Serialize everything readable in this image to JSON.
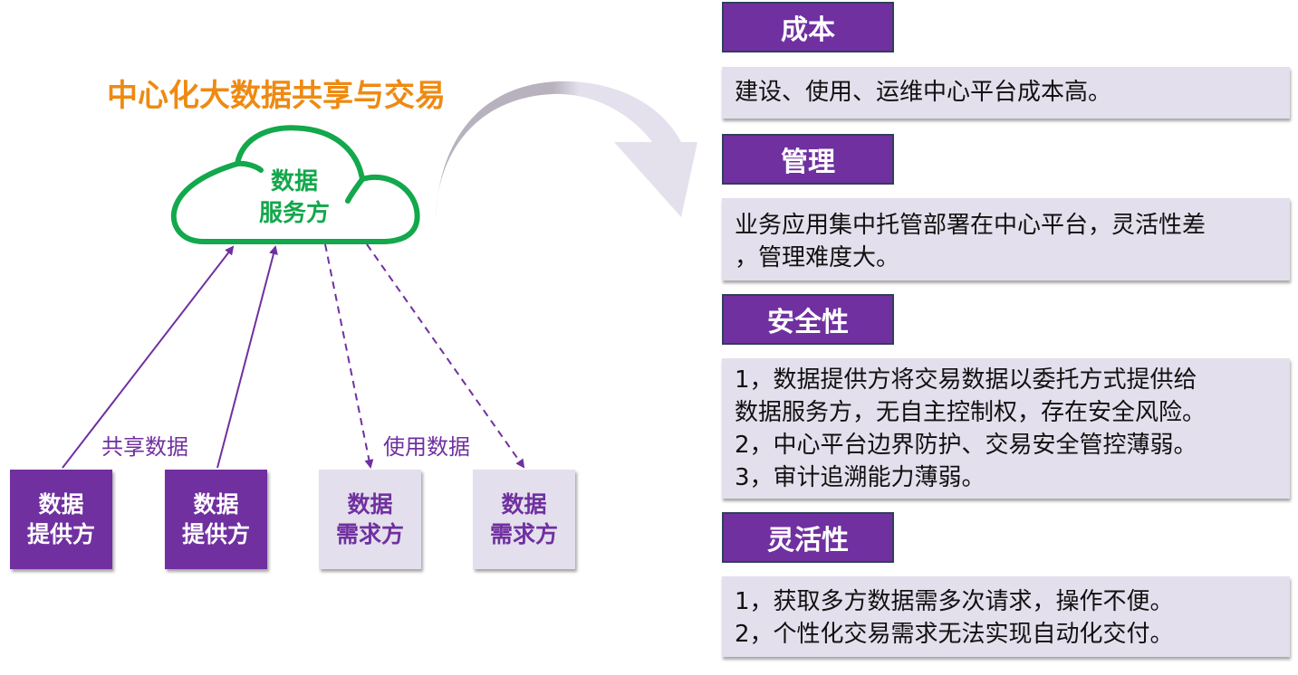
{
  "title": "中心化大数据共享与交易",
  "colors": {
    "title": "#ee8a12",
    "cloud": "#12a84b",
    "purple": "#7030a0",
    "light_box": "#e3dfec",
    "arrow_gray": "#b3aebb"
  },
  "cloud": {
    "line1": "数据",
    "line2": "服务方"
  },
  "edge_labels": {
    "share": "共享数据",
    "use": "使用数据"
  },
  "nodes": [
    {
      "line1": "数据",
      "line2": "提供方",
      "role": "provider"
    },
    {
      "line1": "数据",
      "line2": "提供方",
      "role": "provider"
    },
    {
      "line1": "数据",
      "line2": "需求方",
      "role": "consumer"
    },
    {
      "line1": "数据",
      "line2": "需求方",
      "role": "consumer"
    }
  ],
  "sections": [
    {
      "header": "成本",
      "body": "建设、使用、运维中心平台成本高。"
    },
    {
      "header": "管理",
      "body": "业务应用集中托管部署在中心平台，灵活性差\n，管理难度大。"
    },
    {
      "header": "安全性",
      "body": "1，数据提供方将交易数据以委托方式提供给\n数据服务方，无自主控制权，存在安全风险。\n2，中心平台边界防护、交易安全管控薄弱。\n3，审计追溯能力薄弱。"
    },
    {
      "header": "灵活性",
      "body": "1，获取多方数据需多次请求，操作不便。\n2，个性化交易需求无法实现自动化交付。"
    }
  ]
}
